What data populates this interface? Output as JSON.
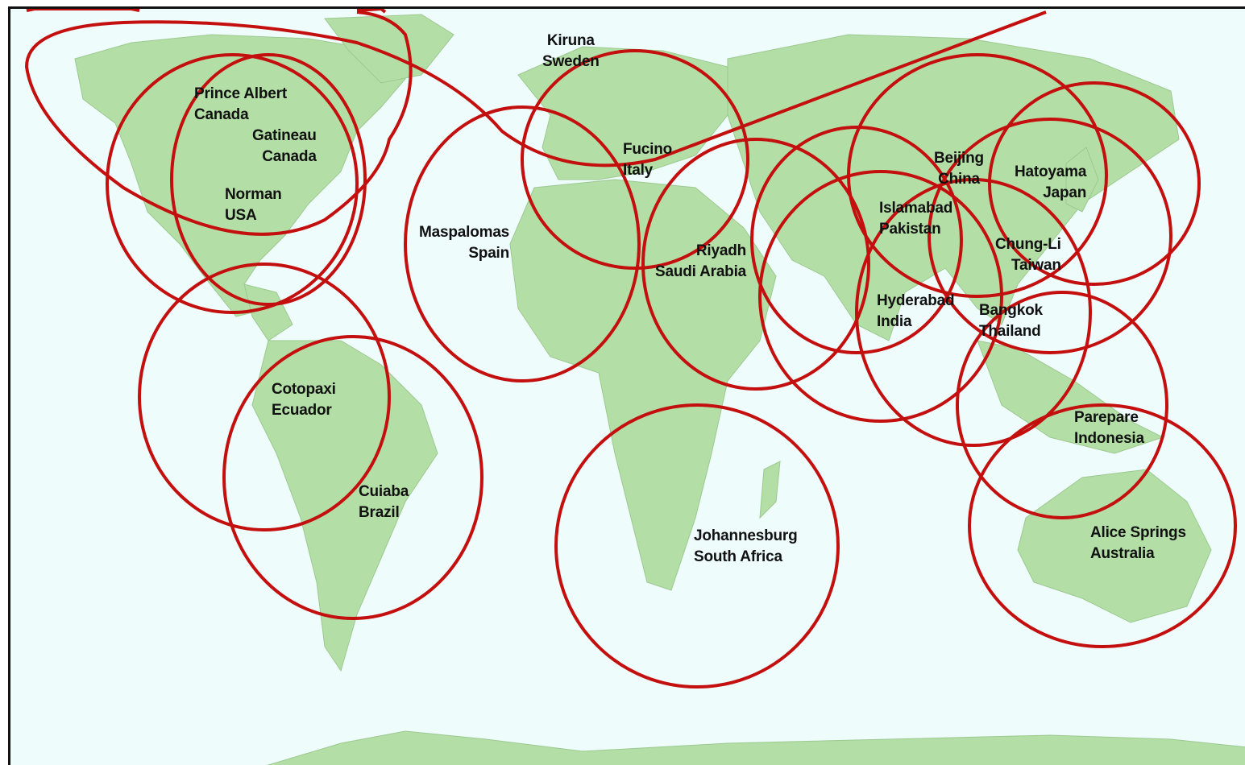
{
  "map": {
    "colors": {
      "ocean": "#eefcfc",
      "land": "#b3dfa6",
      "coverage_ring": "#c40f0f",
      "label_text": "#111111"
    },
    "stations": [
      {
        "id": "kiruna",
        "city": "Kiruna",
        "country": "Sweden"
      },
      {
        "id": "prince-albert",
        "city": "Prince Albert",
        "country": "Canada"
      },
      {
        "id": "gatineau",
        "city": "Gatineau",
        "country": "Canada"
      },
      {
        "id": "norman",
        "city": "Norman",
        "country": "USA"
      },
      {
        "id": "maspalomas",
        "city": "Maspalomas",
        "country": "Spain"
      },
      {
        "id": "fucino",
        "city": "Fucino",
        "country": "Italy"
      },
      {
        "id": "riyadh",
        "city": "Riyadh",
        "country": "Saudi Arabia"
      },
      {
        "id": "beijing",
        "city": "Beijing",
        "country": "China"
      },
      {
        "id": "hatoyama",
        "city": "Hatoyama",
        "country": "Japan"
      },
      {
        "id": "islamabad",
        "city": "Islamabad",
        "country": "Pakistan"
      },
      {
        "id": "chung-li",
        "city": "Chung-Li",
        "country": "Taiwan"
      },
      {
        "id": "hyderabad",
        "city": "Hyderabad",
        "country": "India"
      },
      {
        "id": "bangkok",
        "city": "Bangkok",
        "country": "Thailand"
      },
      {
        "id": "cotopaxi",
        "city": "Cotopaxi",
        "country": "Ecuador"
      },
      {
        "id": "cuiaba",
        "city": "Cuiaba",
        "country": "Brazil"
      },
      {
        "id": "parepare",
        "city": "Parepare",
        "country": "Indonesia"
      },
      {
        "id": "johannesburg",
        "city": "Johannesburg",
        "country": "South Africa"
      },
      {
        "id": "alice-springs",
        "city": "Alice Springs",
        "country": "Australia"
      }
    ]
  }
}
